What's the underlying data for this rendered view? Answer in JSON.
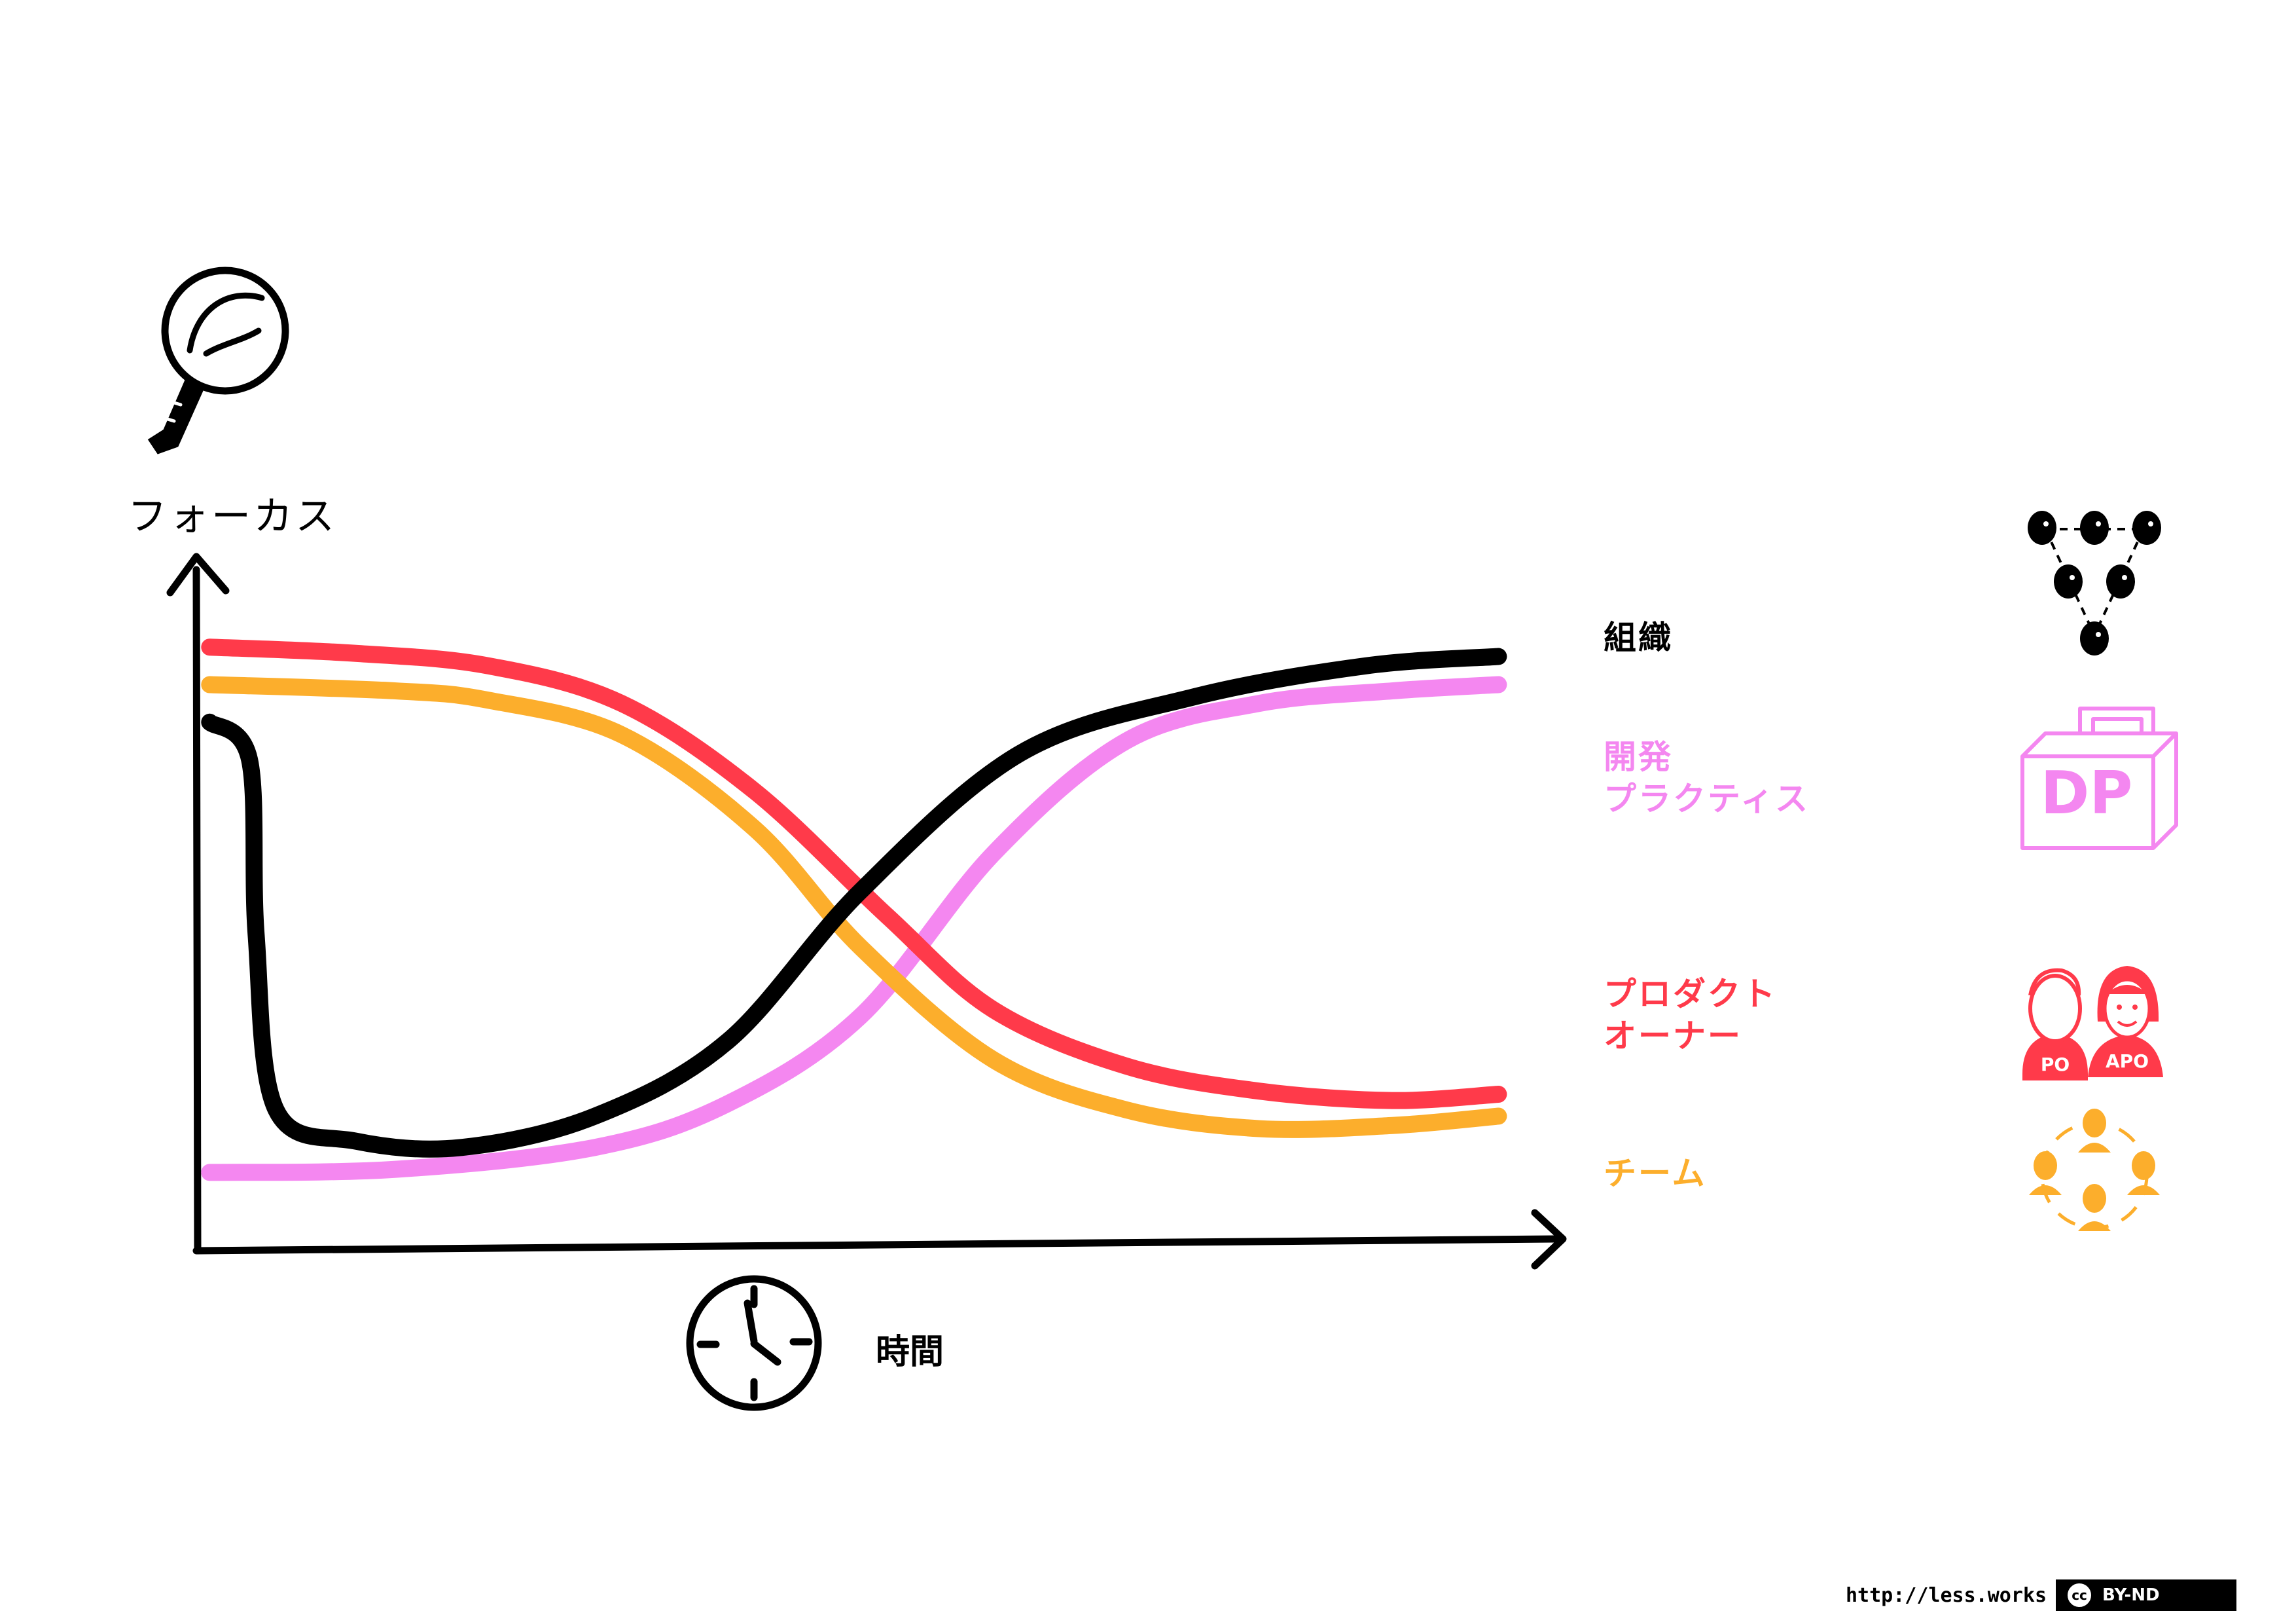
{
  "chart_data": {
    "type": "line",
    "title": "",
    "ylabel": "フォーカス",
    "xlabel": "時間",
    "x": [
      0,
      0.15,
      0.3,
      0.5,
      0.65,
      0.8,
      0.95,
      1.0
    ],
    "ylim": [
      0,
      1
    ],
    "grid": false,
    "legend": "right",
    "series": [
      {
        "name": "組織",
        "color": "#000000",
        "icon": "organization-triangle-icon",
        "points": [
          [
            0.01,
            0.84
          ],
          [
            0.04,
            0.78
          ],
          [
            0.045,
            0.5
          ],
          [
            0.06,
            0.22
          ],
          [
            0.12,
            0.17
          ],
          [
            0.2,
            0.16
          ],
          [
            0.3,
            0.21
          ],
          [
            0.4,
            0.33
          ],
          [
            0.5,
            0.57
          ],
          [
            0.62,
            0.79
          ],
          [
            0.75,
            0.88
          ],
          [
            0.88,
            0.93
          ],
          [
            0.98,
            0.945
          ]
        ]
      },
      {
        "name": "開発\nプラクティス",
        "color": "#f487f0",
        "icon": "dp-package-icon",
        "points": [
          [
            0.01,
            0.12
          ],
          [
            0.15,
            0.125
          ],
          [
            0.3,
            0.16
          ],
          [
            0.4,
            0.23
          ],
          [
            0.5,
            0.37
          ],
          [
            0.6,
            0.63
          ],
          [
            0.7,
            0.81
          ],
          [
            0.8,
            0.87
          ],
          [
            0.9,
            0.89
          ],
          [
            0.98,
            0.9
          ]
        ]
      },
      {
        "name": "プロダクト\nオーナー",
        "color": "#ff3a4a",
        "icon": "product-owner-icon",
        "points": [
          [
            0.01,
            0.96
          ],
          [
            0.12,
            0.95
          ],
          [
            0.22,
            0.93
          ],
          [
            0.32,
            0.87
          ],
          [
            0.42,
            0.73
          ],
          [
            0.52,
            0.53
          ],
          [
            0.6,
            0.38
          ],
          [
            0.7,
            0.29
          ],
          [
            0.8,
            0.25
          ],
          [
            0.9,
            0.235
          ],
          [
            0.98,
            0.245
          ]
        ]
      },
      {
        "name": "チーム",
        "color": "#fcae2c",
        "icon": "team-circle-icon",
        "points": [
          [
            0.01,
            0.9
          ],
          [
            0.15,
            0.89
          ],
          [
            0.22,
            0.875
          ],
          [
            0.32,
            0.82
          ],
          [
            0.42,
            0.67
          ],
          [
            0.5,
            0.48
          ],
          [
            0.6,
            0.3
          ],
          [
            0.7,
            0.22
          ],
          [
            0.8,
            0.19
          ],
          [
            0.9,
            0.195
          ],
          [
            0.98,
            0.21
          ]
        ]
      }
    ]
  },
  "icons": {
    "y_axis_icon": "magnifier-icon",
    "x_axis_icon": "clock-icon"
  },
  "legend_icons": {
    "dp_badge_text": "DP",
    "po_text": "PO",
    "apo_text": "APO"
  },
  "footer": {
    "url": "http://less.works",
    "license_symbol": "cc",
    "license_text": "BY-ND"
  }
}
